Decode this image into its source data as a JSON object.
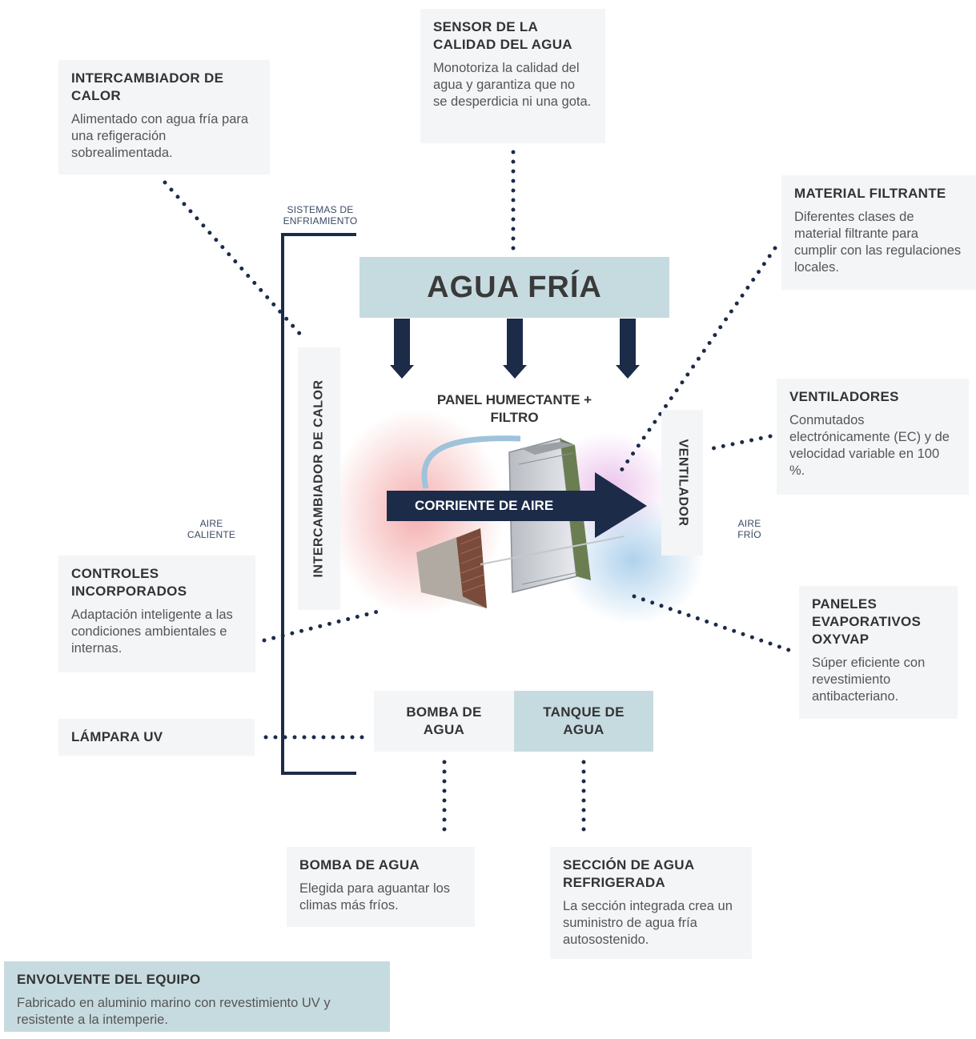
{
  "colors": {
    "navy": "#1b2b48",
    "box_gray": "#f4f5f6",
    "box_blue": "#c6dbe0",
    "text": "#3a3a3a"
  },
  "callouts": {
    "heat_exchanger": {
      "title": "INTERCAMBIADOR DE CALOR",
      "body": "Alimentado con agua fría para una refigeración sobrealimentada."
    },
    "water_sensor": {
      "title": "SENSOR DE LA CALIDAD DEL AGUA",
      "body": "Monotoriza la calidad del agua y garantiza que no se desperdicia ni una gota."
    },
    "filter_material": {
      "title": "MATERIAL FILTRANTE",
      "body": "Diferentes clases de material filtrante para cumplir con las regulaciones locales."
    },
    "fans": {
      "title": "VENTILADORES",
      "body": "Conmutados electrónicamente (EC) y de velocidad variable en 100 %."
    },
    "controls": {
      "title": "CONTROLES INCORPORADOS",
      "body": "Adaptación inteligente a las condiciones ambientales e internas."
    },
    "oxyvap": {
      "title": "PANELES EVAPORATIVOS OXYVAP",
      "body": "Súper eficiente con revestimiento antibacteriano."
    },
    "uv_lamp": {
      "title": "LÁMPARA UV"
    },
    "pump_detail": {
      "title": "BOMBA DE AGUA",
      "body": "Elegida para aguantar los climas más fríos."
    },
    "chilled_section": {
      "title": "SECCIÓN DE AGUA REFRIGERADA",
      "body": "La sección integrada crea un suministro de agua fría autosostenido."
    },
    "enclosure": {
      "title": "ENVOLVENTE DEL EQUIPO",
      "body": "Fabricado en aluminio marino con revestimiento UV y resistente a la intemperie."
    }
  },
  "diagram": {
    "cold_water": "AGUA FRÍA",
    "cooling_systems": "SISTEMAS DE ENFRIAMIENTO",
    "heat_exchanger_vertical": "INTERCAMBIADOR DE CALOR",
    "panel_filter": "PANEL HUMECTANTE + FILTRO",
    "airflow": "CORRIENTE DE AIRE",
    "fan_vertical": "VENTILADOR",
    "hot_air": "AIRE CALIENTE",
    "cold_air": "AIRE FRÍO",
    "pump": "BOMBA DE AGUA",
    "tank": "TANQUE DE AGUA"
  }
}
